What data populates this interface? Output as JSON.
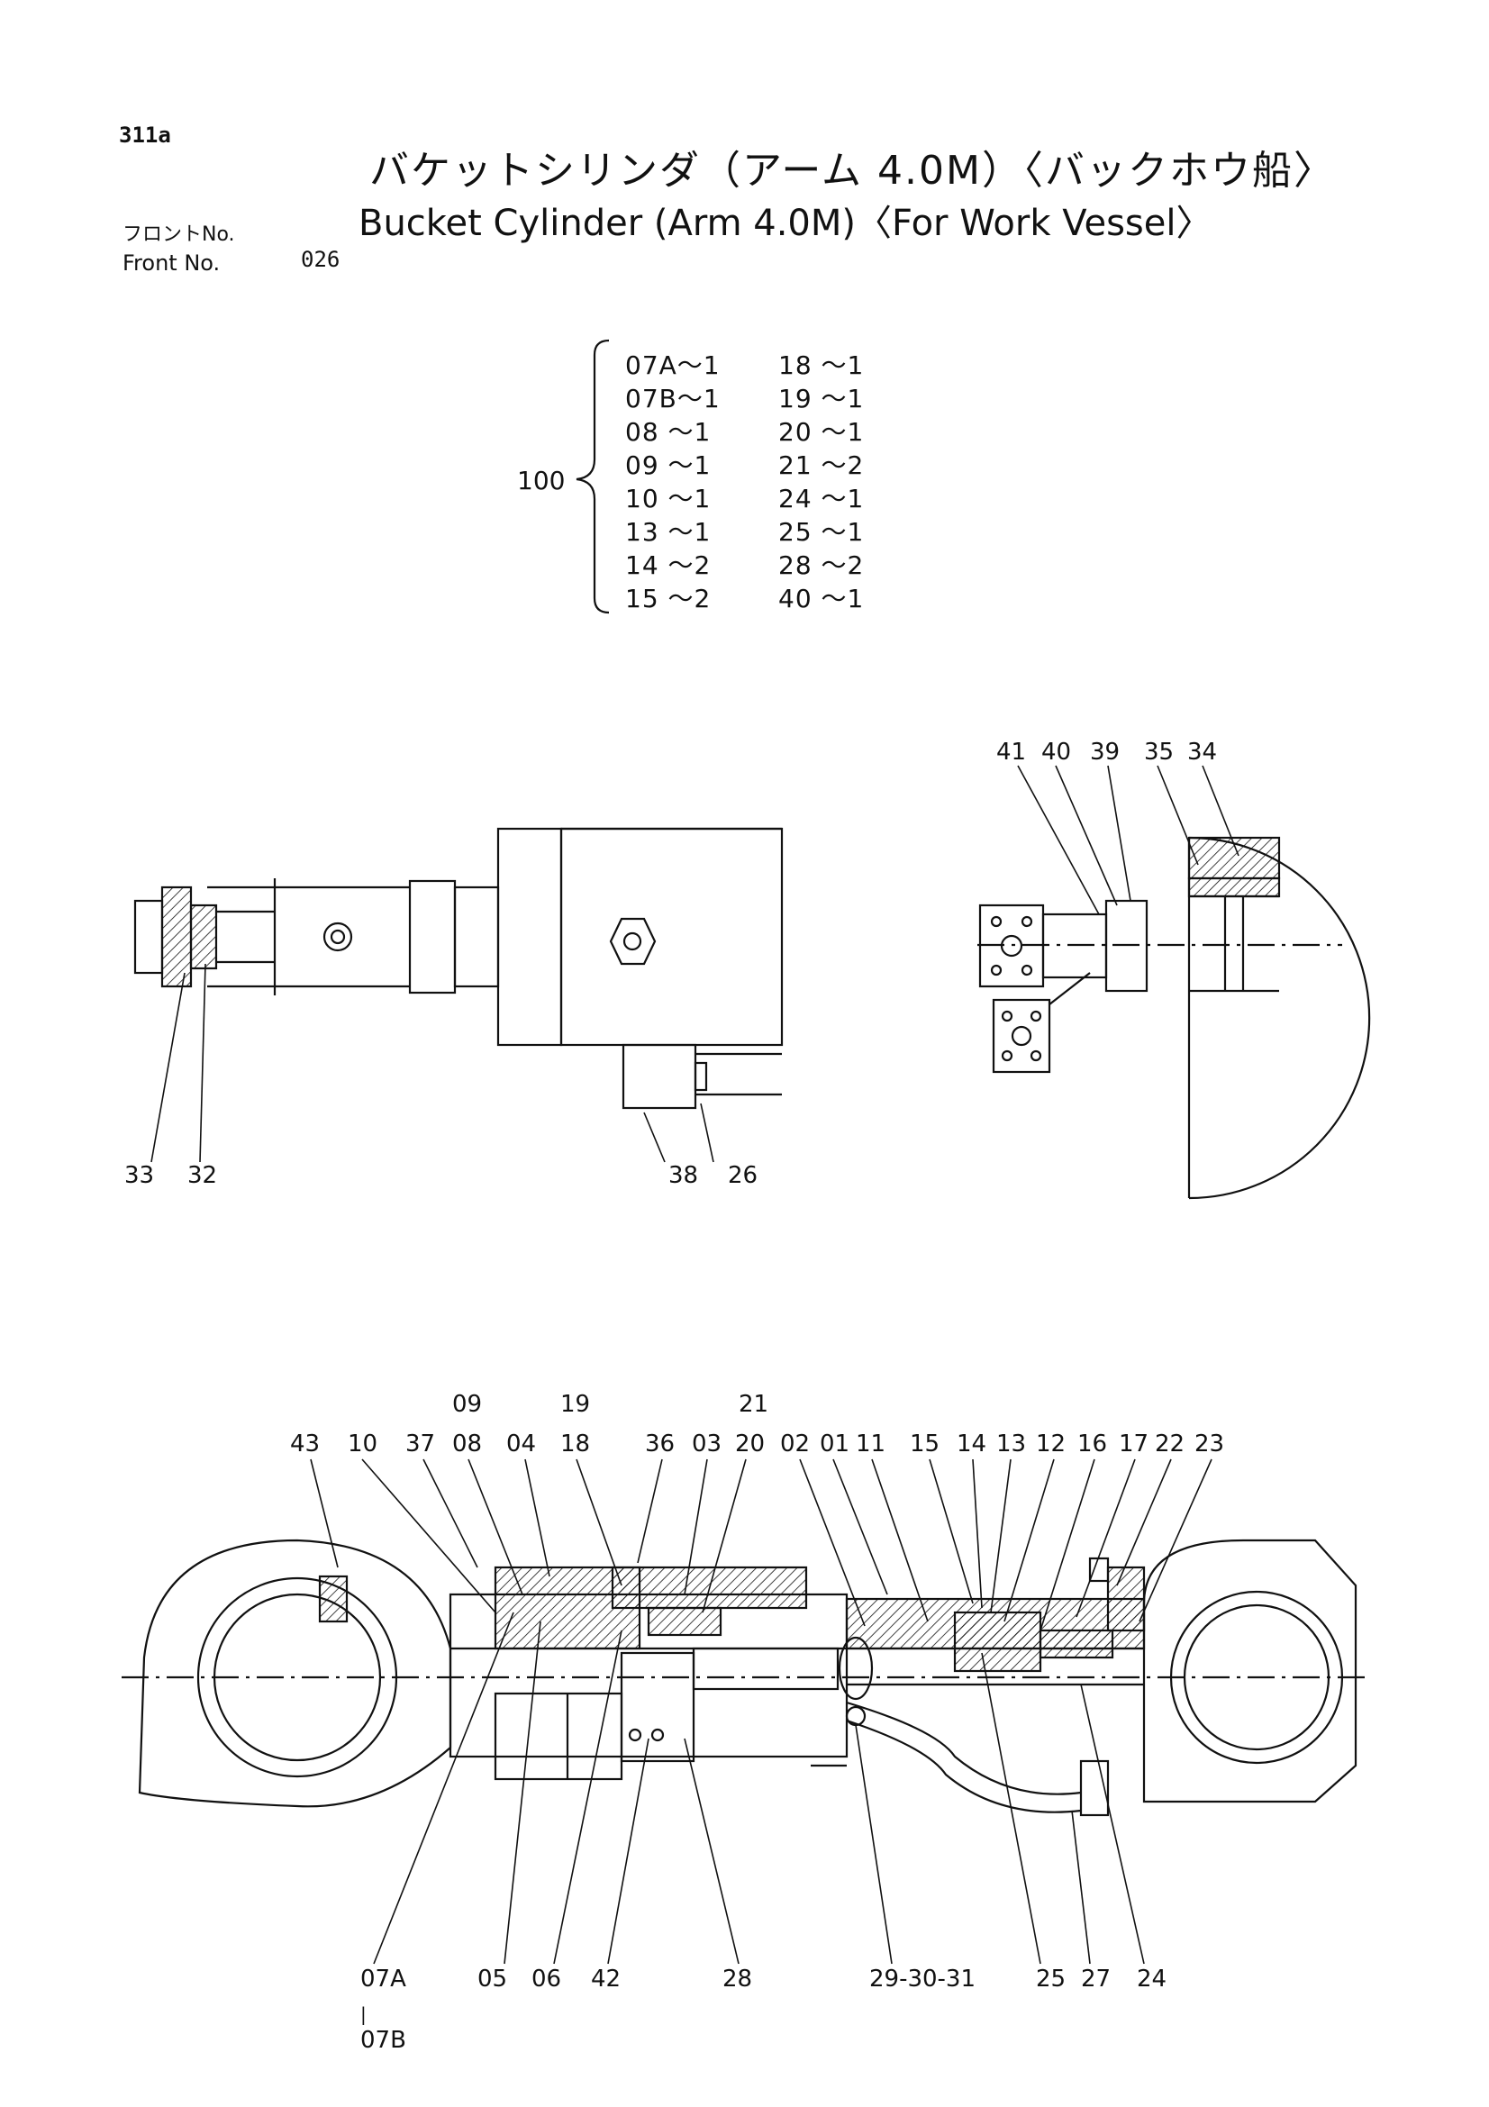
{
  "header": {
    "page_number": "311a",
    "title_ja": "バケットシリンダ（アーム 4.0M）〈バックホウ船〉",
    "title_en": "Bucket Cylinder (Arm 4.0M)〈For Work Vessel〉",
    "front_label_ja": "フロントNo.",
    "front_label_en": "Front   No.",
    "front_number": "026"
  },
  "kit": {
    "label": "100",
    "col1": [
      "07A～1",
      "07B～1",
      "08 ～1",
      "09 ～1",
      "10 ～1",
      "13 ～1",
      "14 ～2",
      "15 ～2"
    ],
    "col2": [
      "18 ～1",
      "19 ～1",
      "20 ～1",
      "21 ～2",
      "24 ～1",
      "25 ～1",
      "28 ～2",
      "40 ～1"
    ]
  },
  "views": {
    "rod_end_detail": {
      "labels": [
        "33",
        "32",
        "38",
        "26"
      ]
    },
    "port_detail": {
      "labels": [
        "41",
        "40",
        "39",
        "35",
        "34"
      ]
    },
    "main_section": {
      "top_upper": [
        "09",
        "19",
        "21"
      ],
      "top_lower": [
        "43",
        "10",
        "37",
        "08",
        "04",
        "18",
        "36",
        "03",
        "20",
        "02",
        "01",
        "11",
        "15",
        "14",
        "13",
        "12",
        "16",
        "17",
        "22",
        "23"
      ],
      "bottom": [
        "07A",
        "05",
        "06",
        "42",
        "28",
        "29-30-31",
        "25",
        "27",
        "24"
      ],
      "bottom_sub": "07B"
    }
  }
}
